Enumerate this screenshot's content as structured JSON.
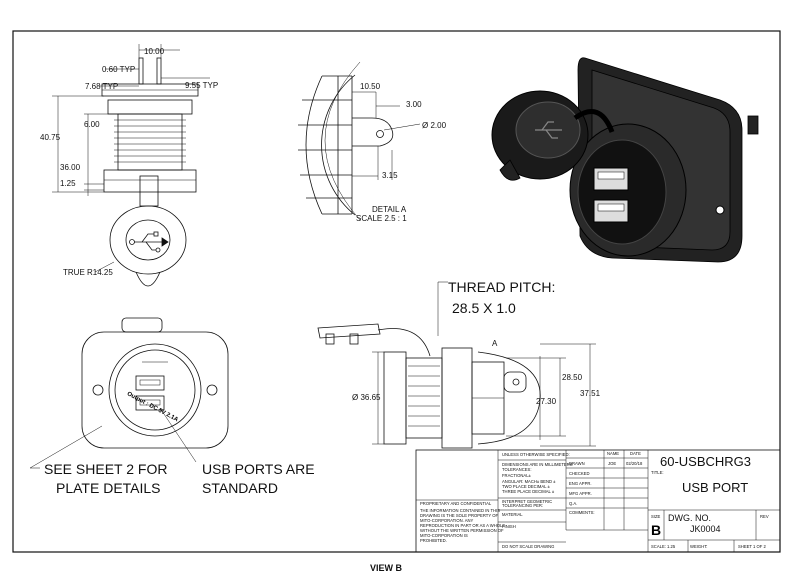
{
  "dimensions": {
    "d_10_00": "10.00",
    "d_0_60_typ": "0.60 TYP",
    "d_7_68_typ": "7.68 TYP",
    "d_9_55_typ": "9.55 TYP",
    "d_40_75": "40.75",
    "d_6_00": "6.00",
    "d_36_00": "36.00",
    "d_1_25": "1.25",
    "d_true_r": "TRUE R14.25",
    "d_10_50": "10.50",
    "d_3_00": "3.00",
    "d_dia_2_00": "Ø 2.00",
    "d_3_15": "3.15",
    "d_dia_36_65": "Ø 36.65",
    "d_28_50": "28.50",
    "d_27_30": "27.30",
    "d_37_51": "37.51"
  },
  "detail": {
    "line1": "DETAIL A",
    "line2": "SCALE 2.5 : 1"
  },
  "notes": {
    "thread_line1": "THREAD PITCH:",
    "thread_line2": "28.5 X 1.0",
    "sheet2_line1": "SEE SHEET 2 FOR",
    "sheet2_line2": "PLATE DETAILS",
    "usb_line1": "USB PORTS ARE",
    "usb_line2": "STANDARD"
  },
  "port_label": "Output : DC 5V 2.1A",
  "section_letter": "A",
  "view_label": "VIEW B",
  "title_block": {
    "unless": "UNLESS OTHERWISE SPECIFIED:",
    "dims_mm": "DIMENSIONS ARE IN MILLIMETERS",
    "tolerances": "TOLERANCES:",
    "fractional": "FRACTIONAL±",
    "angular": "ANGULAR: MACH±   BEND ±",
    "two_place": "TWO PLACE DECIMAL   ±",
    "three_place": "THREE PLACE DECIMAL  ±",
    "interpret1": "INTERPRET GEOMETRIC",
    "interpret2": "TOLERANCING PER:",
    "material": "MATERIAL",
    "finish": "FINISH",
    "prop_title": "PROPRIETARY AND CONFIDENTIAL",
    "prop_text": [
      "THE INFORMATION CONTAINED IN THIS",
      "DRAWING IS THE SOLE PROPERTY OF",
      "MITO-CORPORATION. ANY",
      "REPRODUCTION IN PART OR AS A WHOLE",
      "WITHOUT THE WRITTEN PERMISSION OF",
      "MITO-CORPORATION IS",
      "PROHIBITED."
    ],
    "do_not_scale": "DO NOT SCALE DRAWING",
    "col_name": "NAME",
    "col_date": "DATE",
    "drawn": "DRAWN",
    "checked": "CHECKED",
    "eng_appr": "ENG APPR.",
    "mfg_appr": "MFG APPR.",
    "qa": "Q.A.",
    "comments": "COMMENTS:",
    "drawn_name": "JOE",
    "drawn_date": "02/20/18",
    "part_number": "60-USBCHRG3",
    "title_label": "TITLE:",
    "title": "USB PORT",
    "size_label": "SIZE",
    "size": "B",
    "dwg_label": "DWG. NO.",
    "dwg_no": "JK0004",
    "rev_label": "REV",
    "scale": "SCALE: 1.25",
    "weight": "WEIGHT:",
    "sheet": "SHEET 1 OF 2"
  }
}
